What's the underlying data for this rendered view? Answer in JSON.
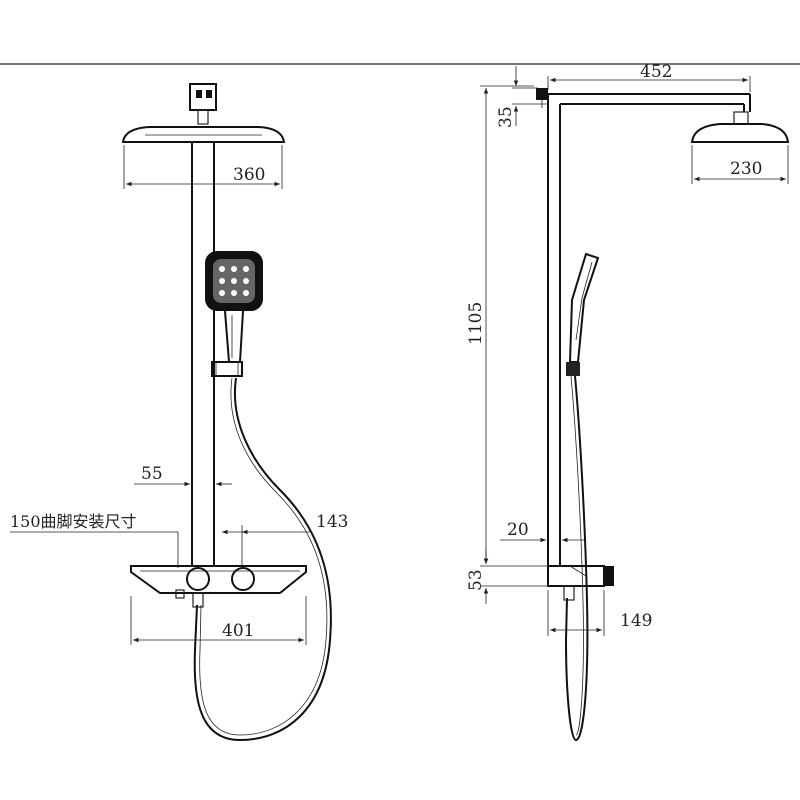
{
  "front_view": {
    "dim_showerhead_width": "360",
    "dim_pipe_offset": "55",
    "dim_base_label": "150曲脚安装尺寸",
    "dim_right_offset": "143",
    "dim_shelf_width": "401"
  },
  "side_view": {
    "dim_arm_length": "452",
    "dim_top_offset": "35",
    "dim_showerhead_depth": "230",
    "dim_total_height": "1105",
    "dim_wall_gap": "20",
    "dim_shelf_height": "53",
    "dim_shelf_depth": "149"
  }
}
